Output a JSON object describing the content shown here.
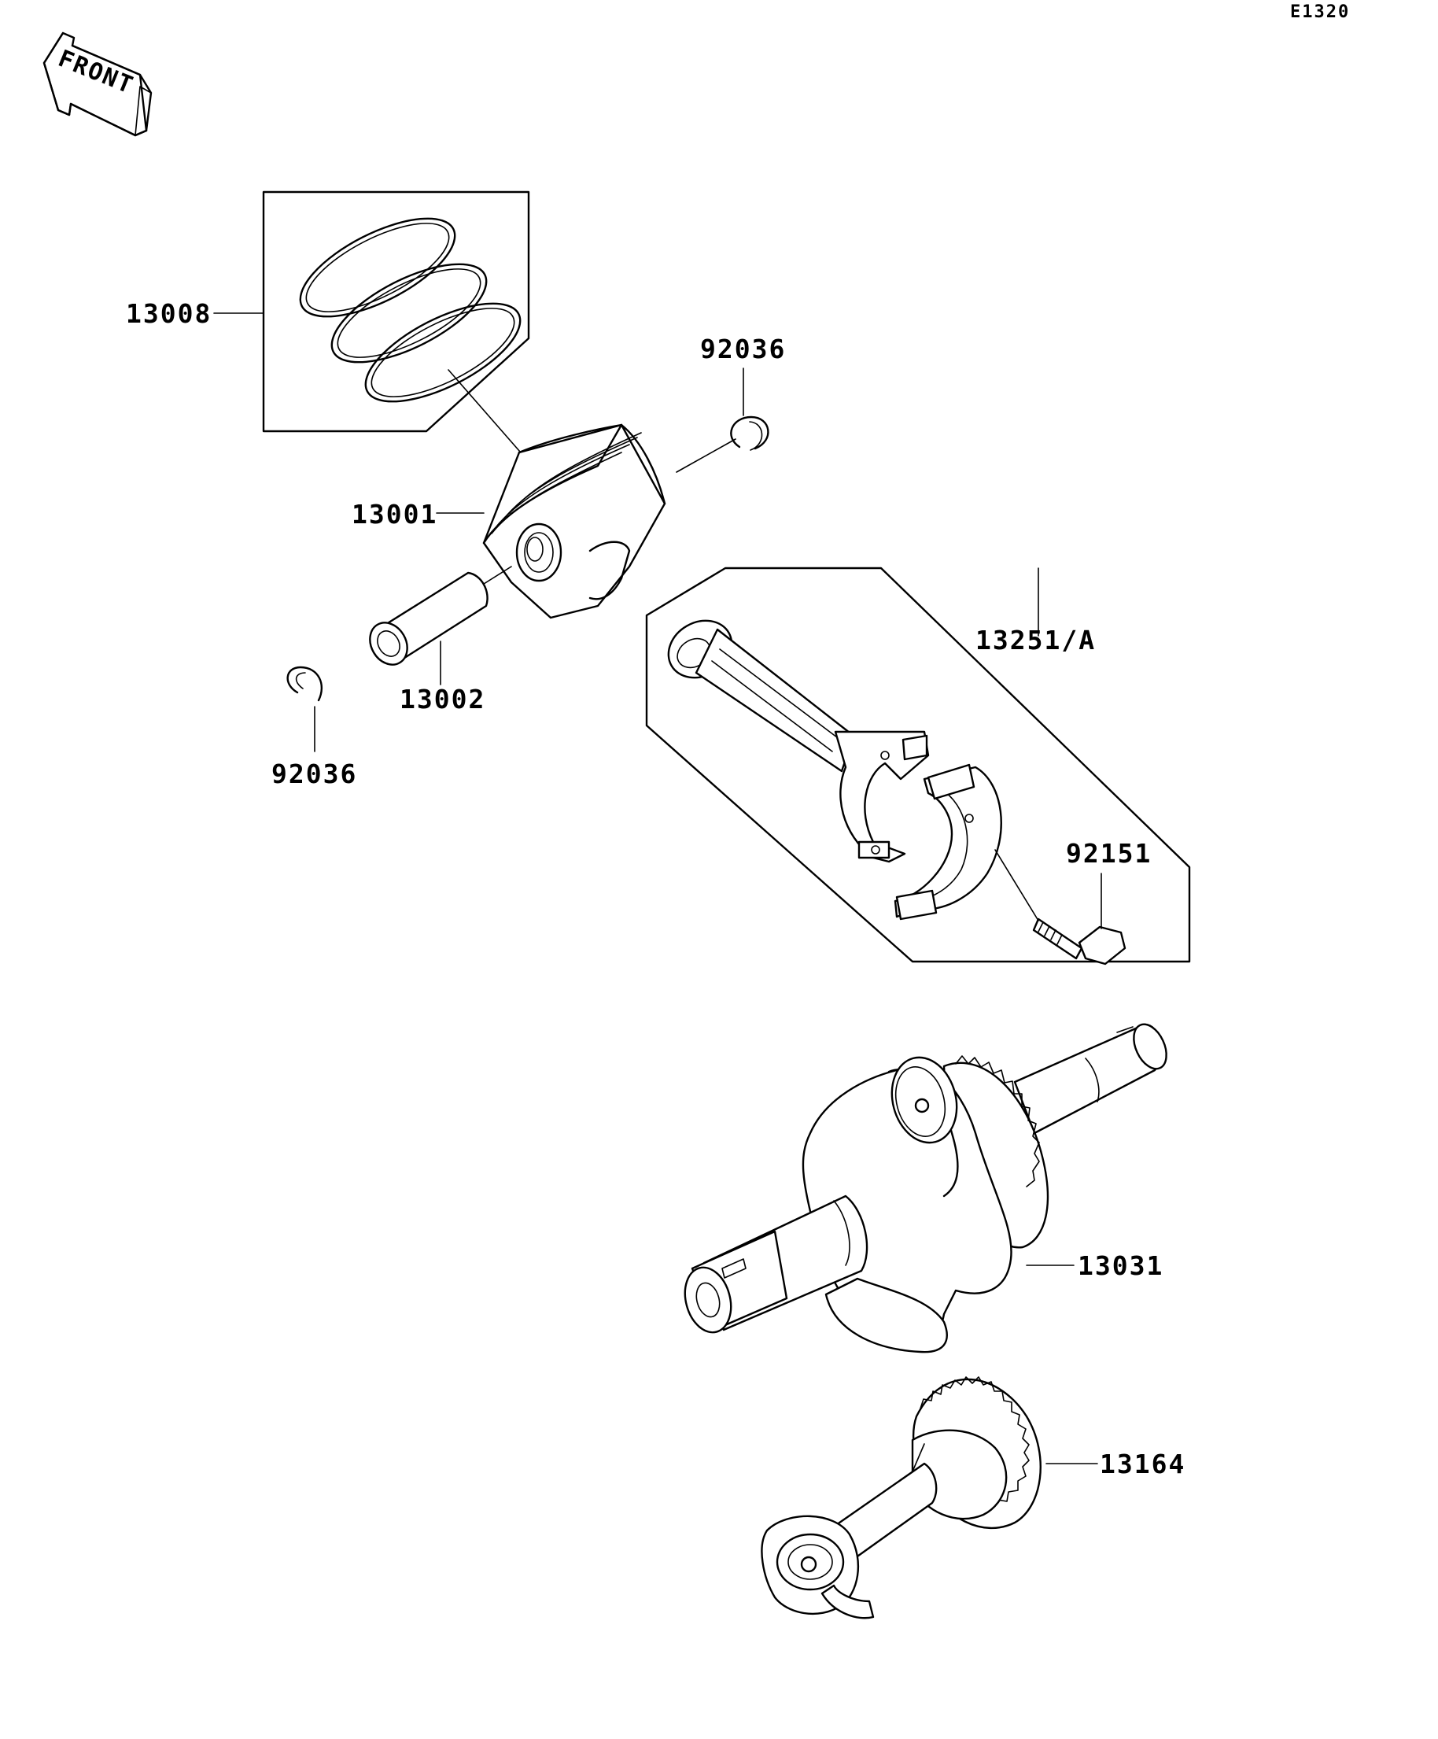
{
  "diagram": {
    "code": "E1320",
    "front_label": "FRONT",
    "parts": [
      {
        "id": "piston-ring-set",
        "number": "13008"
      },
      {
        "id": "piston-pin-snap-ring-upper",
        "number": "92036"
      },
      {
        "id": "piston",
        "number": "13001"
      },
      {
        "id": "piston-pin",
        "number": "13002"
      },
      {
        "id": "piston-pin-snap-ring-lower",
        "number": "92036"
      },
      {
        "id": "connecting-rod",
        "number": "13251/A"
      },
      {
        "id": "connecting-rod-bolt",
        "number": "92151"
      },
      {
        "id": "crankshaft",
        "number": "13031"
      },
      {
        "id": "balancer-shaft",
        "number": "13164"
      }
    ]
  }
}
